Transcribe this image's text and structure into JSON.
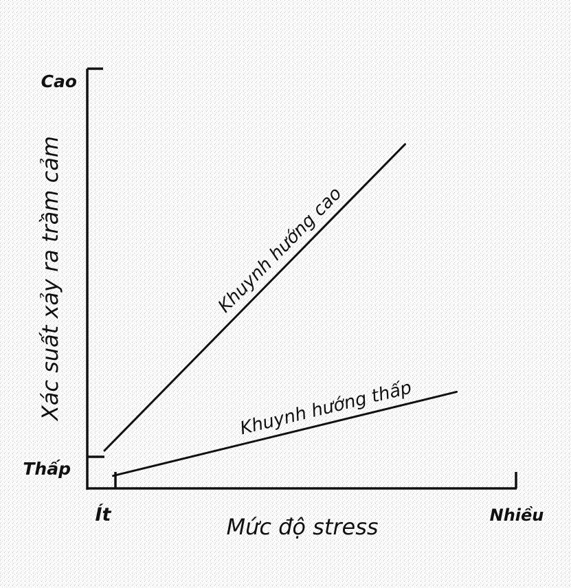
{
  "chart_data": {
    "type": "line",
    "title": "",
    "xlabel": "Mức độ stress",
    "ylabel": "Xác suất xảy ra trầm cảm",
    "x_ticks": [
      "Ít",
      "Nhiều"
    ],
    "y_ticks": [
      "Thấp",
      "Cao"
    ],
    "xlim": [
      0,
      1
    ],
    "ylim": [
      0,
      1
    ],
    "grid": false,
    "series": [
      {
        "name": "Khuynh hướng cao",
        "x": [
          0.04,
          0.74
        ],
        "y": [
          0.09,
          0.82
        ]
      },
      {
        "name": "Khuynh hướng thấp",
        "x": [
          0.06,
          0.86
        ],
        "y": [
          0.03,
          0.23
        ]
      }
    ]
  },
  "colors": {
    "ink": "#111111",
    "paper": "#ffffff",
    "speckle": "#9a9a9a"
  }
}
